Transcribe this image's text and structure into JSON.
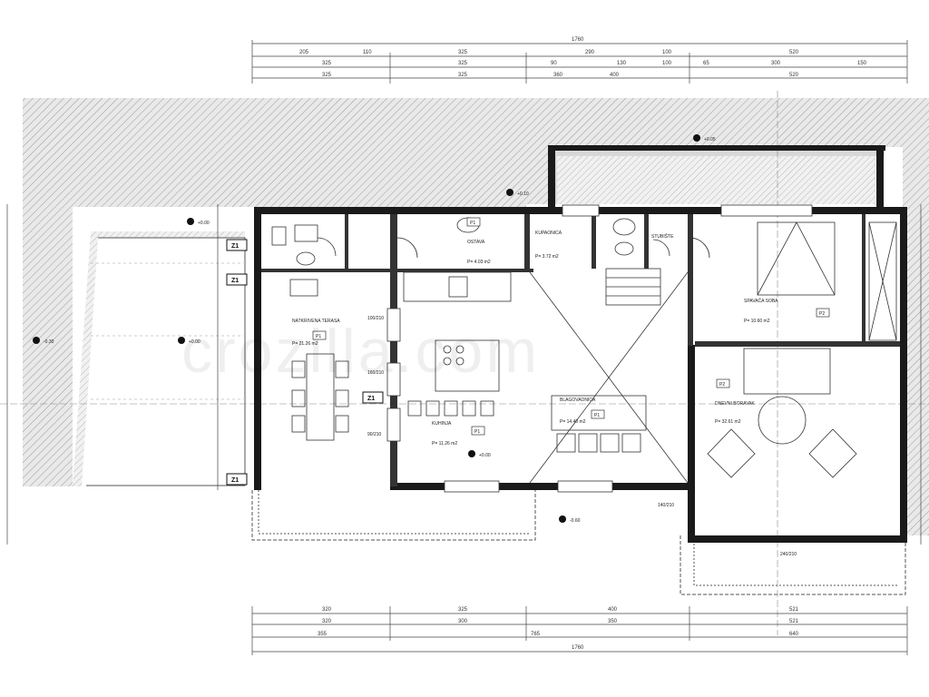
{
  "watermark": "crozilla.com",
  "top_dims": {
    "total": "1760",
    "row1": [
      "205",
      "110",
      "325",
      "290",
      "100",
      "520"
    ],
    "row2": [
      "325",
      "325",
      "90",
      "130",
      "100",
      "65",
      "300",
      "150"
    ],
    "row3": [
      "325",
      "325",
      "360",
      "400",
      "520"
    ]
  },
  "bottom_dims": {
    "row1": [
      "320",
      "325",
      "400",
      "521"
    ],
    "row2": [
      "320",
      "300",
      "350",
      "521"
    ],
    "row3": [
      "355",
      "765",
      "640"
    ],
    "total": "1760"
  },
  "rooms": [
    {
      "name": "NATKRIVENA TERASA",
      "code": "P1",
      "area": "P= 21.26 m2"
    },
    {
      "name": "KUHINJA",
      "code": "P1",
      "area": "P= 11.26 m2"
    },
    {
      "name": "BLAGOVAONICA",
      "code": "P1",
      "area": "P= 14.40 m2"
    },
    {
      "name": "DNEVNI BORAVAK",
      "code": "P2",
      "area": "P= 32.61 m2"
    },
    {
      "name": "SPAVAĆA SOBA",
      "code": "P2",
      "area": "P= 10.60 m2"
    },
    {
      "name": "OSTAVA",
      "code": "P1",
      "area": "P= 4.03 m2"
    },
    {
      "name": "KUPAONICA",
      "code": "",
      "area": "P= 3.72 m2"
    },
    {
      "name": "STUBIŠTE",
      "code": "",
      "area": ""
    }
  ],
  "levels": [
    "+0.00",
    "-0.30",
    "-0.60",
    "+0.05",
    "+0.10"
  ],
  "window_tags": [
    "Z1",
    "Z1",
    "Z1",
    "Z1"
  ],
  "opening_dims": [
    "100/210",
    "160/210",
    "90/210",
    "140/210",
    "240/210"
  ]
}
